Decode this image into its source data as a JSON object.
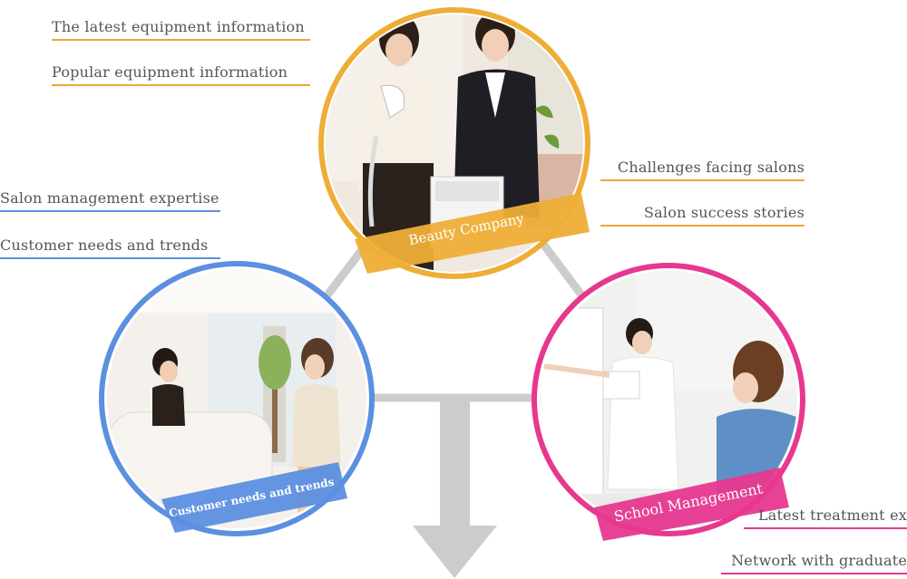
{
  "colors": {
    "orange": "#eeae36",
    "blue": "#5b8fe0",
    "pink": "#e6388f",
    "arrow": "#cccccc",
    "connector": "#cccccc"
  },
  "circles": {
    "top": {
      "ribbon_label": "Beauty Company"
    },
    "left": {
      "ribbon_label": "Customer needs and trends"
    },
    "right": {
      "ribbon_label": "School Management"
    }
  },
  "labels": {
    "top_left": [
      "The latest equipment information",
      "Popular equipment information"
    ],
    "top_right": [
      "Challenges facing salons",
      "Salon success stories"
    ],
    "mid_left": [
      "Salon management expertise",
      "Customer needs and trends"
    ],
    "bottom_right": [
      "Latest treatment ex",
      "Network with graduate"
    ]
  }
}
